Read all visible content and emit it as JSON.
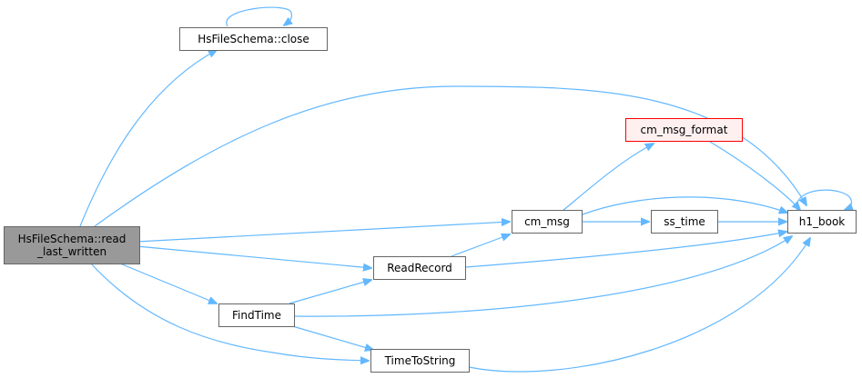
{
  "nodes": {
    "hsfileschema_close": "HsFileSchema::close",
    "read_last_written": "HsFileSchema::read\n_last_written",
    "cm_msg_format": "cm_msg_format",
    "cm_msg": "cm_msg",
    "ss_time": "ss_time",
    "h1_book": "h1_book",
    "readrecord": "ReadRecord",
    "findtime": "FindTime",
    "timetostring": "TimeToString"
  },
  "colors": {
    "edge": "#63b8ff",
    "node_border": "#666666",
    "root_fill": "#999999",
    "highlight_border": "#ff0000",
    "highlight_fill": "#fff0f0"
  }
}
